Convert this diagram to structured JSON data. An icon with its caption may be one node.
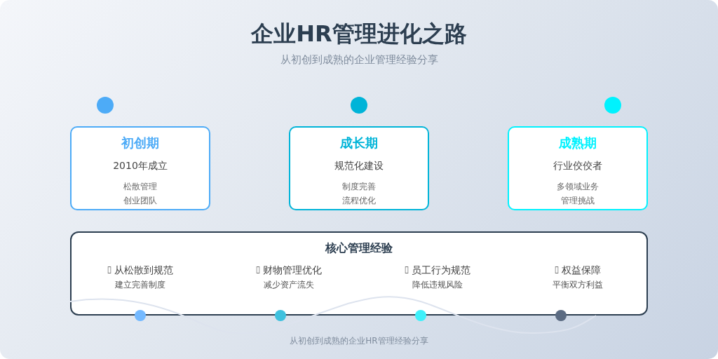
{
  "diagram": {
    "title": "企业HR管理进化之路",
    "caption": "从初创到成熟的企业HR管理经验分享",
    "nodes": [
      {
        "text": [
          "初创期",
          "2010年成立",
          "松散管理",
          "创业团队"
        ]
      },
      {
        "text": [
          "成长期",
          "规范化建设",
          "制度完善",
          "流程优化"
        ]
      },
      {
        "text": [
          "成熟期",
          "行业佼佼者",
          "多领域业务",
          "管理挑战"
        ]
      },
      {
        "text": [
          "核心管理经验",
          "从松散到规范",
          "建立完善制度",
          "财物管理优化",
          "减少资产流失",
          "员工行为规范",
          "降低违规风险",
          "权益保障",
          "平衡双方利益"
        ]
      }
    ],
    "labels": [
      "从初创到成熟的企业管理经验分享"
    ]
  }
}
